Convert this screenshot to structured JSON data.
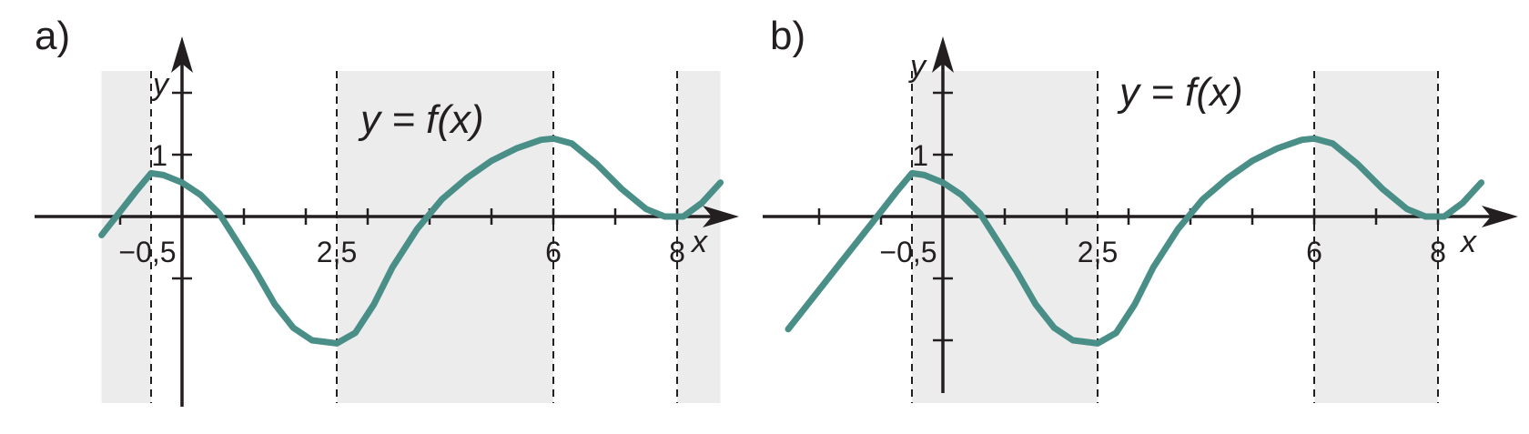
{
  "colors": {
    "curve": "#4a8f87",
    "shade": "#ececec",
    "axis": "#231f20"
  },
  "function_points": [
    [
      -1.3,
      -0.3
    ],
    [
      -1.0,
      0.08
    ],
    [
      -0.75,
      0.4
    ],
    [
      -0.5,
      0.7
    ],
    [
      -0.3,
      0.67
    ],
    [
      0.0,
      0.55
    ],
    [
      0.3,
      0.35
    ],
    [
      0.6,
      0.05
    ],
    [
      0.9,
      -0.42
    ],
    [
      1.2,
      -0.9
    ],
    [
      1.5,
      -1.42
    ],
    [
      1.8,
      -1.8
    ],
    [
      2.1,
      -2.0
    ],
    [
      2.5,
      -2.05
    ],
    [
      2.8,
      -1.88
    ],
    [
      3.1,
      -1.42
    ],
    [
      3.4,
      -0.82
    ],
    [
      3.8,
      -0.2
    ],
    [
      4.2,
      0.28
    ],
    [
      4.6,
      0.62
    ],
    [
      5.0,
      0.9
    ],
    [
      5.4,
      1.1
    ],
    [
      5.8,
      1.24
    ],
    [
      6.0,
      1.26
    ],
    [
      6.3,
      1.18
    ],
    [
      6.7,
      0.85
    ],
    [
      7.1,
      0.45
    ],
    [
      7.5,
      0.12
    ],
    [
      7.8,
      0.0
    ],
    [
      8.1,
      0.0
    ],
    [
      8.4,
      0.22
    ],
    [
      8.7,
      0.55
    ]
  ],
  "panels": [
    {
      "label": "a)",
      "function_label": "y = f(x)",
      "x_axis_label": "x",
      "y_axis_label": "y",
      "x_tick_labels": [
        {
          "x": -0.5,
          "text": "−0,5"
        },
        {
          "x": 2.5,
          "text": "2,5"
        },
        {
          "x": 6,
          "text": "6"
        },
        {
          "x": 8,
          "text": "8"
        }
      ],
      "y_tick_labels": [
        {
          "y": 1,
          "text": "1"
        }
      ],
      "x_ticks": [
        -1,
        0,
        1,
        2,
        3,
        4,
        5,
        6,
        7,
        8
      ],
      "y_ticks": [
        -1,
        1,
        2
      ],
      "x_range": [
        -1.3,
        8.7
      ],
      "y_range": [
        -2.05,
        1.7
      ],
      "shaded_intervals": [
        [
          -1.3,
          -0.5
        ],
        [
          2.5,
          6
        ],
        [
          8,
          8.7
        ]
      ],
      "dashed_lines": [
        -0.5,
        2.5,
        6,
        8
      ]
    },
    {
      "label": "b)",
      "function_label": "y = f(x)",
      "x_axis_label": "x",
      "y_axis_label": "y",
      "x_tick_labels": [
        {
          "x": -0.5,
          "text": "−0,5"
        },
        {
          "x": 2.5,
          "text": "2,5"
        },
        {
          "x": 6,
          "text": "6"
        },
        {
          "x": 8,
          "text": "8"
        }
      ],
      "y_tick_labels": [
        {
          "y": 1,
          "text": "1"
        }
      ],
      "x_ticks": [
        -2,
        -1,
        0,
        1,
        2,
        3,
        4,
        5,
        6,
        7,
        8
      ],
      "y_ticks": [
        -2,
        -1,
        1,
        2
      ],
      "x_range": [
        -2.5,
        8.8
      ],
      "y_range": [
        -2.05,
        1.7
      ],
      "shaded_intervals": [
        [
          -0.5,
          2.5
        ],
        [
          6,
          8
        ]
      ],
      "dashed_lines": [
        -0.5,
        2.5,
        6,
        8
      ]
    }
  ]
}
